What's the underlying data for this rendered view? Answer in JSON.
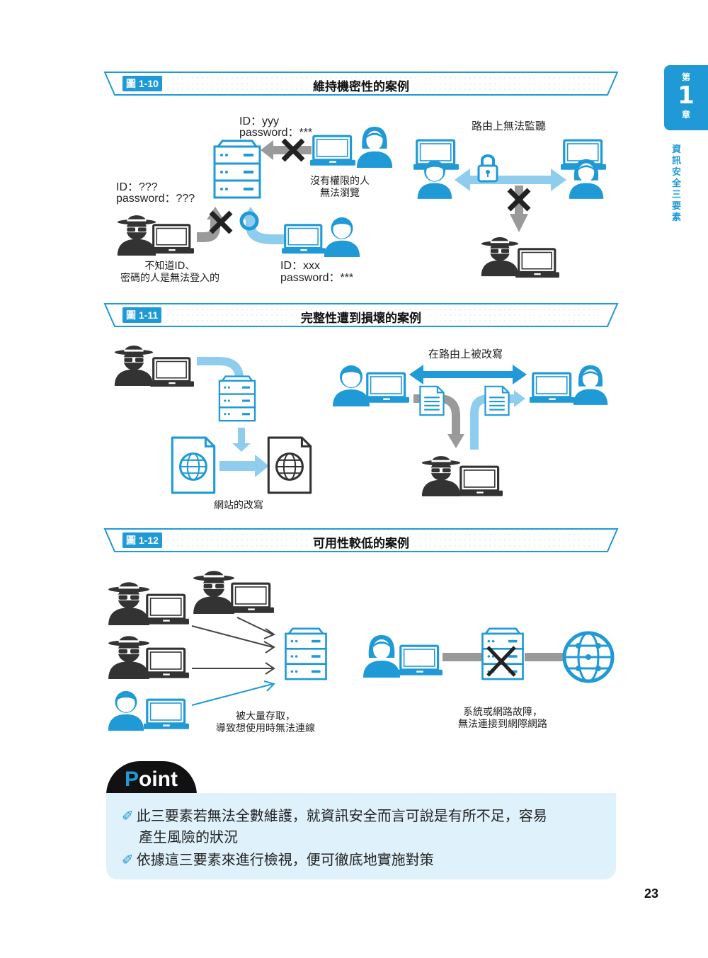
{
  "chapter": {
    "label_top": "第",
    "number": "1",
    "label_bottom": "章",
    "title": "資訊安全三要素"
  },
  "figures": [
    {
      "id": "圖 1-10",
      "title": "維持機密性的案例"
    },
    {
      "id": "圖 1-11",
      "title": "完整性遭到損壞的案例"
    },
    {
      "id": "圖 1-12",
      "title": "可用性較低的案例"
    }
  ],
  "fig10": {
    "id_yyy": "ID：yyy",
    "pw_yyy": "password：***",
    "no_permission_1": "沒有權限的人",
    "no_permission_2": "無法瀏覽",
    "id_unknown": "ID：???",
    "pw_unknown": "password：???",
    "unknown_caption_1": "不知道ID、",
    "unknown_caption_2": "密碼的人是無法登入的",
    "id_xxx": "ID：xxx",
    "pw_xxx": "password：***",
    "wiretap_caption": "路由上無法監聽"
  },
  "fig11": {
    "route_caption": "在路由上被改寫",
    "site_caption": "網站的改寫"
  },
  "fig12": {
    "flood_caption_1": "被大量存取，",
    "flood_caption_2": "導致想使用時無法連線",
    "fail_caption_1": "系統或網路故障，",
    "fail_caption_2": "無法連接到網際網路"
  },
  "point": {
    "tab_first": "P",
    "tab_rest": "oint",
    "item1_line1": "此三要素若無法全數維護，就資訊安全而言可說是有所不足，容易",
    "item1_line2": "產生風險的狀況",
    "item2": "依據這三要素來進行檢視，便可徹底地實施對策",
    "pen_icon": "✐"
  },
  "page_number": "23",
  "colors": {
    "accent": "#1f9ad6",
    "light_accent": "#8fcdef",
    "gray": "#9a9a9a",
    "dark": "#333333",
    "point_bg": "#dff1fa"
  }
}
